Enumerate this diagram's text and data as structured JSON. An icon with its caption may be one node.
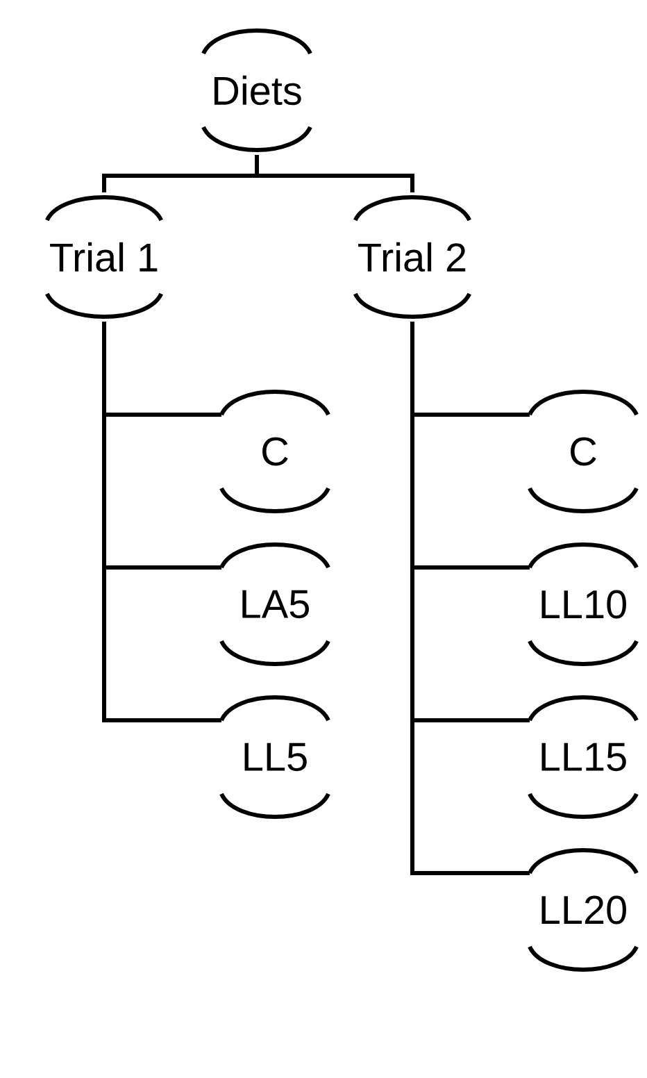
{
  "diagram": {
    "nodes": [
      {
        "text": [
          "Diets"
        ]
      },
      {
        "text": [
          "Trial 1"
        ]
      },
      {
        "text": [
          "Trial 2"
        ]
      },
      {
        "text": [
          "C"
        ]
      },
      {
        "text": [
          "LA5"
        ]
      },
      {
        "text": [
          "LL5"
        ]
      },
      {
        "text": [
          "C"
        ]
      },
      {
        "text": [
          "LL10"
        ]
      },
      {
        "text": [
          "LL15"
        ]
      },
      {
        "text": [
          "LL20"
        ]
      }
    ],
    "edges": [
      {
        "from": 0,
        "to": 1,
        "arrow": "none"
      },
      {
        "from": 0,
        "to": 2,
        "arrow": "none"
      },
      {
        "from": 1,
        "to": 3,
        "arrow": "none"
      },
      {
        "from": 1,
        "to": 4,
        "arrow": "none"
      },
      {
        "from": 1,
        "to": 5,
        "arrow": "none"
      },
      {
        "from": 2,
        "to": 6,
        "arrow": "none"
      },
      {
        "from": 2,
        "to": 7,
        "arrow": "none"
      },
      {
        "from": 2,
        "to": 8,
        "arrow": "none"
      },
      {
        "from": 2,
        "to": 9,
        "arrow": "none"
      }
    ]
  }
}
